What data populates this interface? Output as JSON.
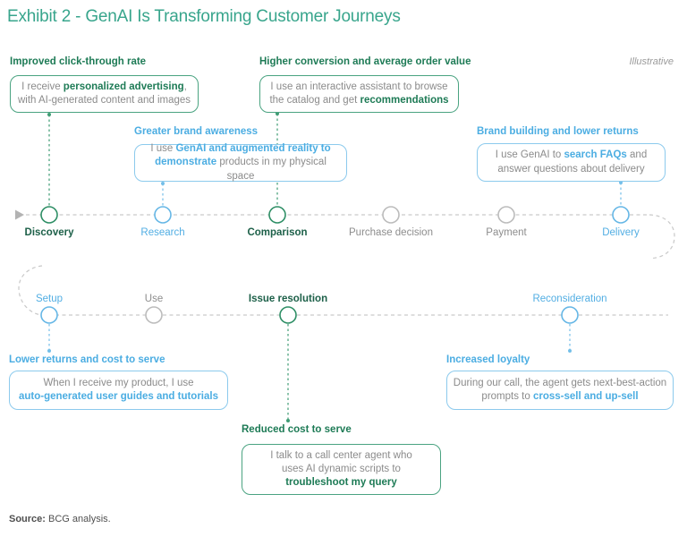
{
  "title": "Exhibit 2 - GenAI Is Transforming Customer Journeys",
  "annotation": "Illustrative",
  "source": {
    "label": "Source:",
    "text": " BCG analysis."
  },
  "colors": {
    "title_teal": "#38a58c",
    "accent_green": "#1e7b56",
    "accent_blue": "#4bade2",
    "body_gray": "#8b8b8b",
    "line_gray": "#c9c9c9"
  },
  "callouts": [
    {
      "id": "improved-click-through-rate",
      "header": "Improved click-through rate",
      "accent": "green",
      "segments": [
        {
          "t": "I receive "
        },
        {
          "t": "personalized advertising",
          "hl": true
        },
        {
          "t": ","
        },
        {
          "br": true
        },
        {
          "t": "with AI-generated content and images"
        }
      ]
    },
    {
      "id": "higher-conversion-and-aov",
      "header": "Higher conversion and average order value",
      "accent": "green",
      "segments": [
        {
          "t": "I use an interactive assistant to browse"
        },
        {
          "br": true
        },
        {
          "t": "the catalog and get "
        },
        {
          "t": "recommendations",
          "hl": true
        }
      ]
    },
    {
      "id": "greater-brand-awareness",
      "header": "Greater brand awareness",
      "accent": "blue",
      "segments": [
        {
          "t": "I use "
        },
        {
          "t": "GenAI and augmented reality to",
          "hl": true
        },
        {
          "br": true
        },
        {
          "t": "demonstrate",
          "hl": true
        },
        {
          "t": " products in my physical space"
        }
      ]
    },
    {
      "id": "brand-building-and-lower-returns",
      "header": "Brand building and lower returns",
      "accent": "blue",
      "segments": [
        {
          "t": "I use GenAI to "
        },
        {
          "t": "search FAQs",
          "hl": true
        },
        {
          "t": " and"
        },
        {
          "br": true
        },
        {
          "t": "answer questions about delivery"
        }
      ]
    },
    {
      "id": "lower-returns-and-cost-to-serve",
      "header": "Lower returns and cost to serve",
      "accent": "blue",
      "segments": [
        {
          "t": "When I receive my product, I use"
        },
        {
          "br": true
        },
        {
          "t": "auto-generated user guides and tutorials",
          "hl": true
        }
      ]
    },
    {
      "id": "increased-loyalty",
      "header": "Increased loyalty",
      "accent": "blue",
      "segments": [
        {
          "t": "During our call, the agent gets next-best-action"
        },
        {
          "br": true
        },
        {
          "t": "prompts to "
        },
        {
          "t": "cross-sell and up-sell",
          "hl": true
        }
      ]
    },
    {
      "id": "reduced-cost-to-serve",
      "header": "Reduced cost to serve",
      "accent": "green",
      "segments": [
        {
          "t": "I talk to a call center agent who"
        },
        {
          "br": true
        },
        {
          "t": "uses AI dynamic scripts to"
        },
        {
          "br": true
        },
        {
          "t": "troubleshoot my query",
          "hl": true
        }
      ]
    }
  ],
  "journey": {
    "top_stages": [
      {
        "label": "Discovery",
        "accent": "green"
      },
      {
        "label": "Research",
        "accent": "blue"
      },
      {
        "label": "Comparison",
        "accent": "green"
      },
      {
        "label": "Purchase decision",
        "accent": "gray"
      },
      {
        "label": "Payment",
        "accent": "gray"
      },
      {
        "label": "Delivery",
        "accent": "blue"
      }
    ],
    "bottom_stages": [
      {
        "label": "Setup",
        "accent": "blue"
      },
      {
        "label": "Use",
        "accent": "gray"
      },
      {
        "label": "Issue resolution",
        "accent": "green"
      },
      {
        "label": "Reconsideration",
        "accent": "blue"
      }
    ]
  }
}
